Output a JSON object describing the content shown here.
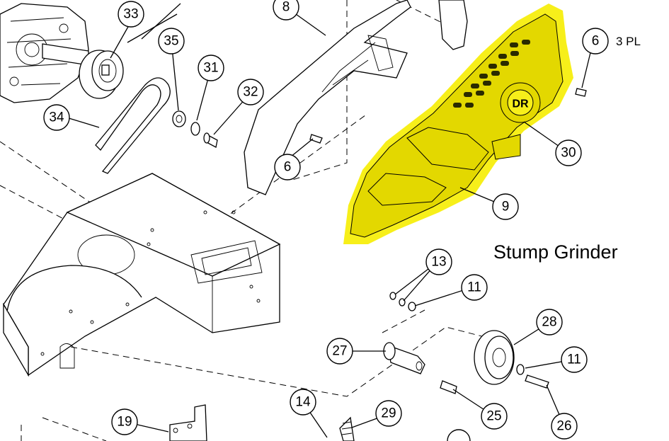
{
  "title": "Stump Grinder",
  "highlight_color": "#f7ef1a",
  "callouts": {
    "c33": "33",
    "c35": "35",
    "c31": "31",
    "c32": "32",
    "c34": "34",
    "c8": "8",
    "c6a": "6",
    "c6b": "6",
    "c30": "30",
    "c9": "9",
    "c13": "13",
    "c11a": "11",
    "c28": "28",
    "c27": "27",
    "c11b": "11",
    "c25": "25",
    "c26": "26",
    "c14": "14",
    "c29": "29",
    "c19": "19"
  },
  "notes": {
    "qty_6": "3 PL"
  },
  "logo": "DR"
}
